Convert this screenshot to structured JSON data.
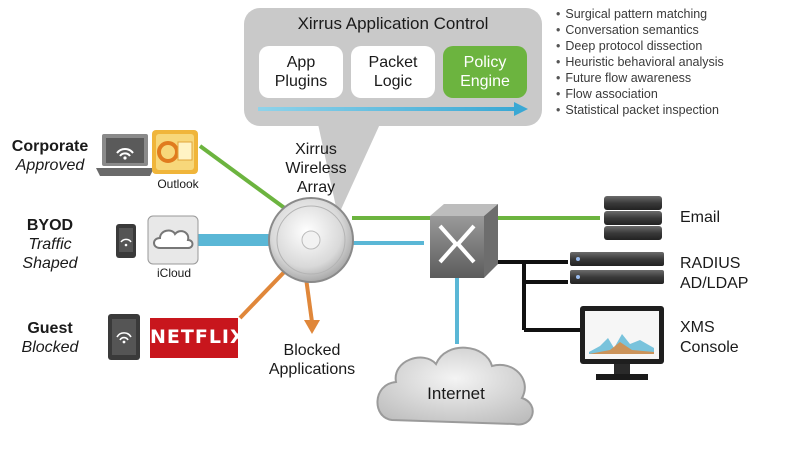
{
  "callout": {
    "title": "Xirrus Application Control",
    "modules": [
      {
        "label": "App\nPlugins"
      },
      {
        "label": "Packet\nLogic"
      },
      {
        "label": "Policy\nEngine"
      }
    ]
  },
  "features": [
    "Surgical pattern matching",
    "Conversation semantics",
    "Deep protocol dissection",
    "Heuristic behavioral analysis",
    "Future flow awareness",
    "Flow association",
    "Statistical packet inspection"
  ],
  "clients": {
    "corporate": {
      "title": "Corporate",
      "subtitle": "Approved",
      "app": "Outlook"
    },
    "byod": {
      "title": "BYOD",
      "subtitle_line1": "Traffic",
      "subtitle_line2": "Shaped",
      "app": "iCloud"
    },
    "guest": {
      "title": "Guest",
      "subtitle": "Blocked",
      "app": "NETFLIX"
    }
  },
  "array_label": {
    "line1": "Xirrus",
    "line2": "Wireless",
    "line3": "Array"
  },
  "blocked": {
    "line1": "Blocked",
    "line2": "Applications"
  },
  "internet": "Internet",
  "servers": {
    "email": "Email",
    "radius_line1": "RADIUS",
    "radius_line2": "AD/LDAP",
    "xms_line1": "XMS",
    "xms_line2": "Console"
  },
  "colors": {
    "green": "#6cb43f",
    "blue": "#5ab7d6",
    "orange": "#e0873a",
    "callout": "#c9c9c9",
    "netflix": "#c8161d"
  }
}
